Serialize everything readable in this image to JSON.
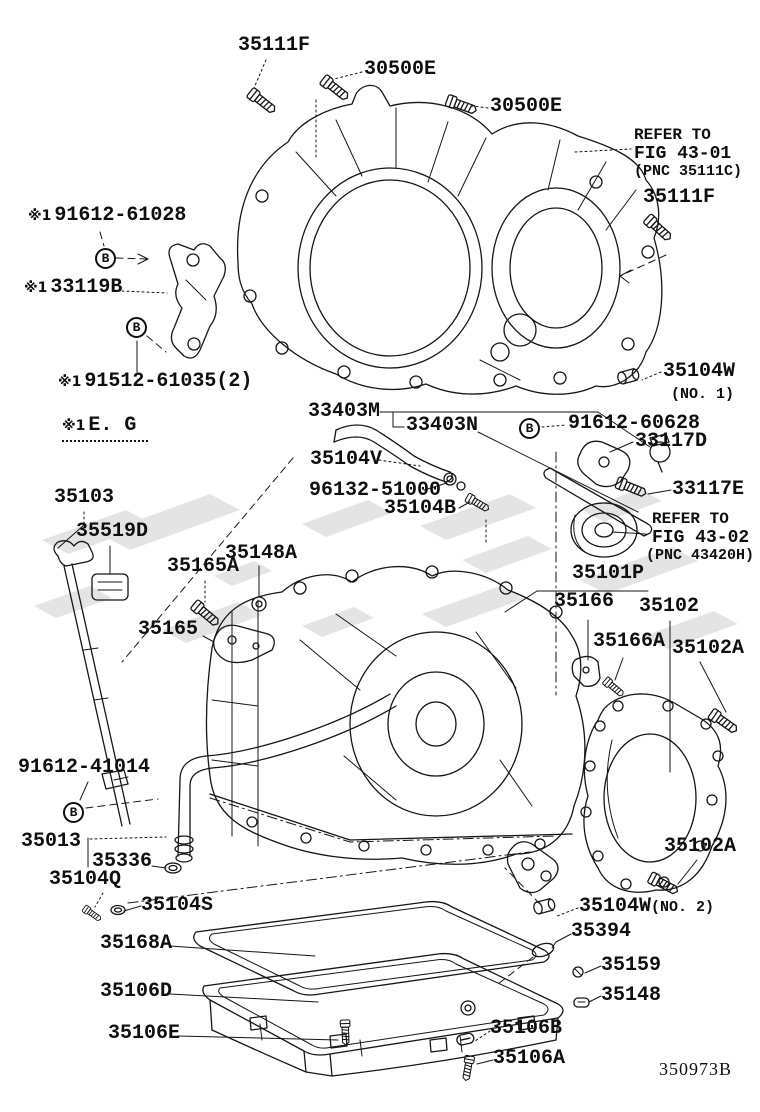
{
  "page": {
    "background": "#ffffff",
    "line_color": "#161616",
    "watermark_color": "#d9d9d9",
    "drawing_number": "350973B"
  },
  "symbols": {
    "bolt_circle": "B",
    "asterisk": "※1"
  },
  "notes": {
    "refer1": {
      "line1": "REFER TO",
      "line2": "FIG 43-01",
      "line3": "(PNC 35111C)"
    },
    "refer2": {
      "line1": "REFER TO",
      "line2": "FIG 43-02",
      "line3": "(PNC 43420H)"
    },
    "eg_note": "E. G"
  },
  "labels": {
    "p35111F_top": "35111F",
    "p30500E_a": "30500E",
    "p30500E_b": "30500E",
    "p35111F_right": "35111F",
    "p91612_61028": "91612-61028",
    "p33119B": "33119B",
    "p91512_61035": "91512-61035(2)",
    "p33403M": "33403M",
    "p33403N": "33403N",
    "p91612_60628": "91612-60628",
    "p33117D": "33117D",
    "p33117E": "33117E",
    "p35104V": "35104V",
    "p96132_51000": "96132-51000",
    "p35104B": "35104B",
    "p35104W_1": "35104W",
    "p35104W_1_sub": "(NO. 1)",
    "p35101P": "35101P",
    "p35103": "35103",
    "p35519D": "35519D",
    "p35148A": "35148A",
    "p35165A": "35165A",
    "p35165": "35165",
    "p35166": "35166",
    "p35102": "35102",
    "p35166A": "35166A",
    "p35102A_a": "35102A",
    "p91612_41014": "91612-41014",
    "p35013": "35013",
    "p35336": "35336",
    "p35104Q": "35104Q",
    "p35104S": "35104S",
    "p35168A": "35168A",
    "p35106D": "35106D",
    "p35106E": "35106E",
    "p35102A_b": "35102A",
    "p35104W_2": "35104W",
    "p35104W_2_sub": "(NO. 2)",
    "p35394": "35394",
    "p35159": "35159",
    "p35148": "35148",
    "p35106B": "35106B",
    "p35106A": "35106A"
  }
}
